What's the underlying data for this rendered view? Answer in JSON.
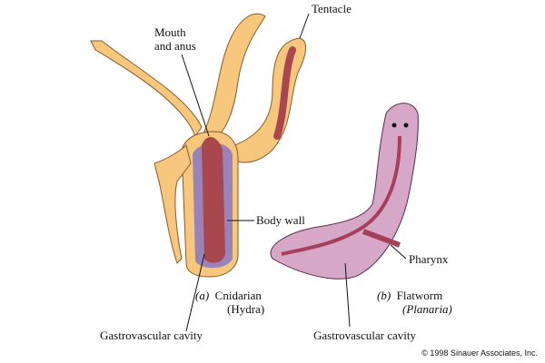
{
  "labels": {
    "tentacle": "Tentacle",
    "mouth_line1": "Mouth",
    "mouth_line2": "and anus",
    "body_wall": "Body wall",
    "hydra_letter": "(a)",
    "hydra_name": "Cnidarian",
    "hydra_genus": "(Hydra)",
    "hydra_cavity": "Gastrovascular cavity",
    "pharynx": "Pharynx",
    "flatworm_letter": "(b)",
    "flatworm_name": "Flatworm",
    "flatworm_genus": "(Planaria)",
    "flatworm_cavity": "Gastrovascular cavity"
  },
  "copyright": "© 1998 Sinauer Associates, Inc.",
  "colors": {
    "body": "#f6c77d",
    "cavity": "#a8484e",
    "wall": "#9a83b8",
    "flatworm": "#d7a7c8",
    "gut": "#a5405a"
  }
}
